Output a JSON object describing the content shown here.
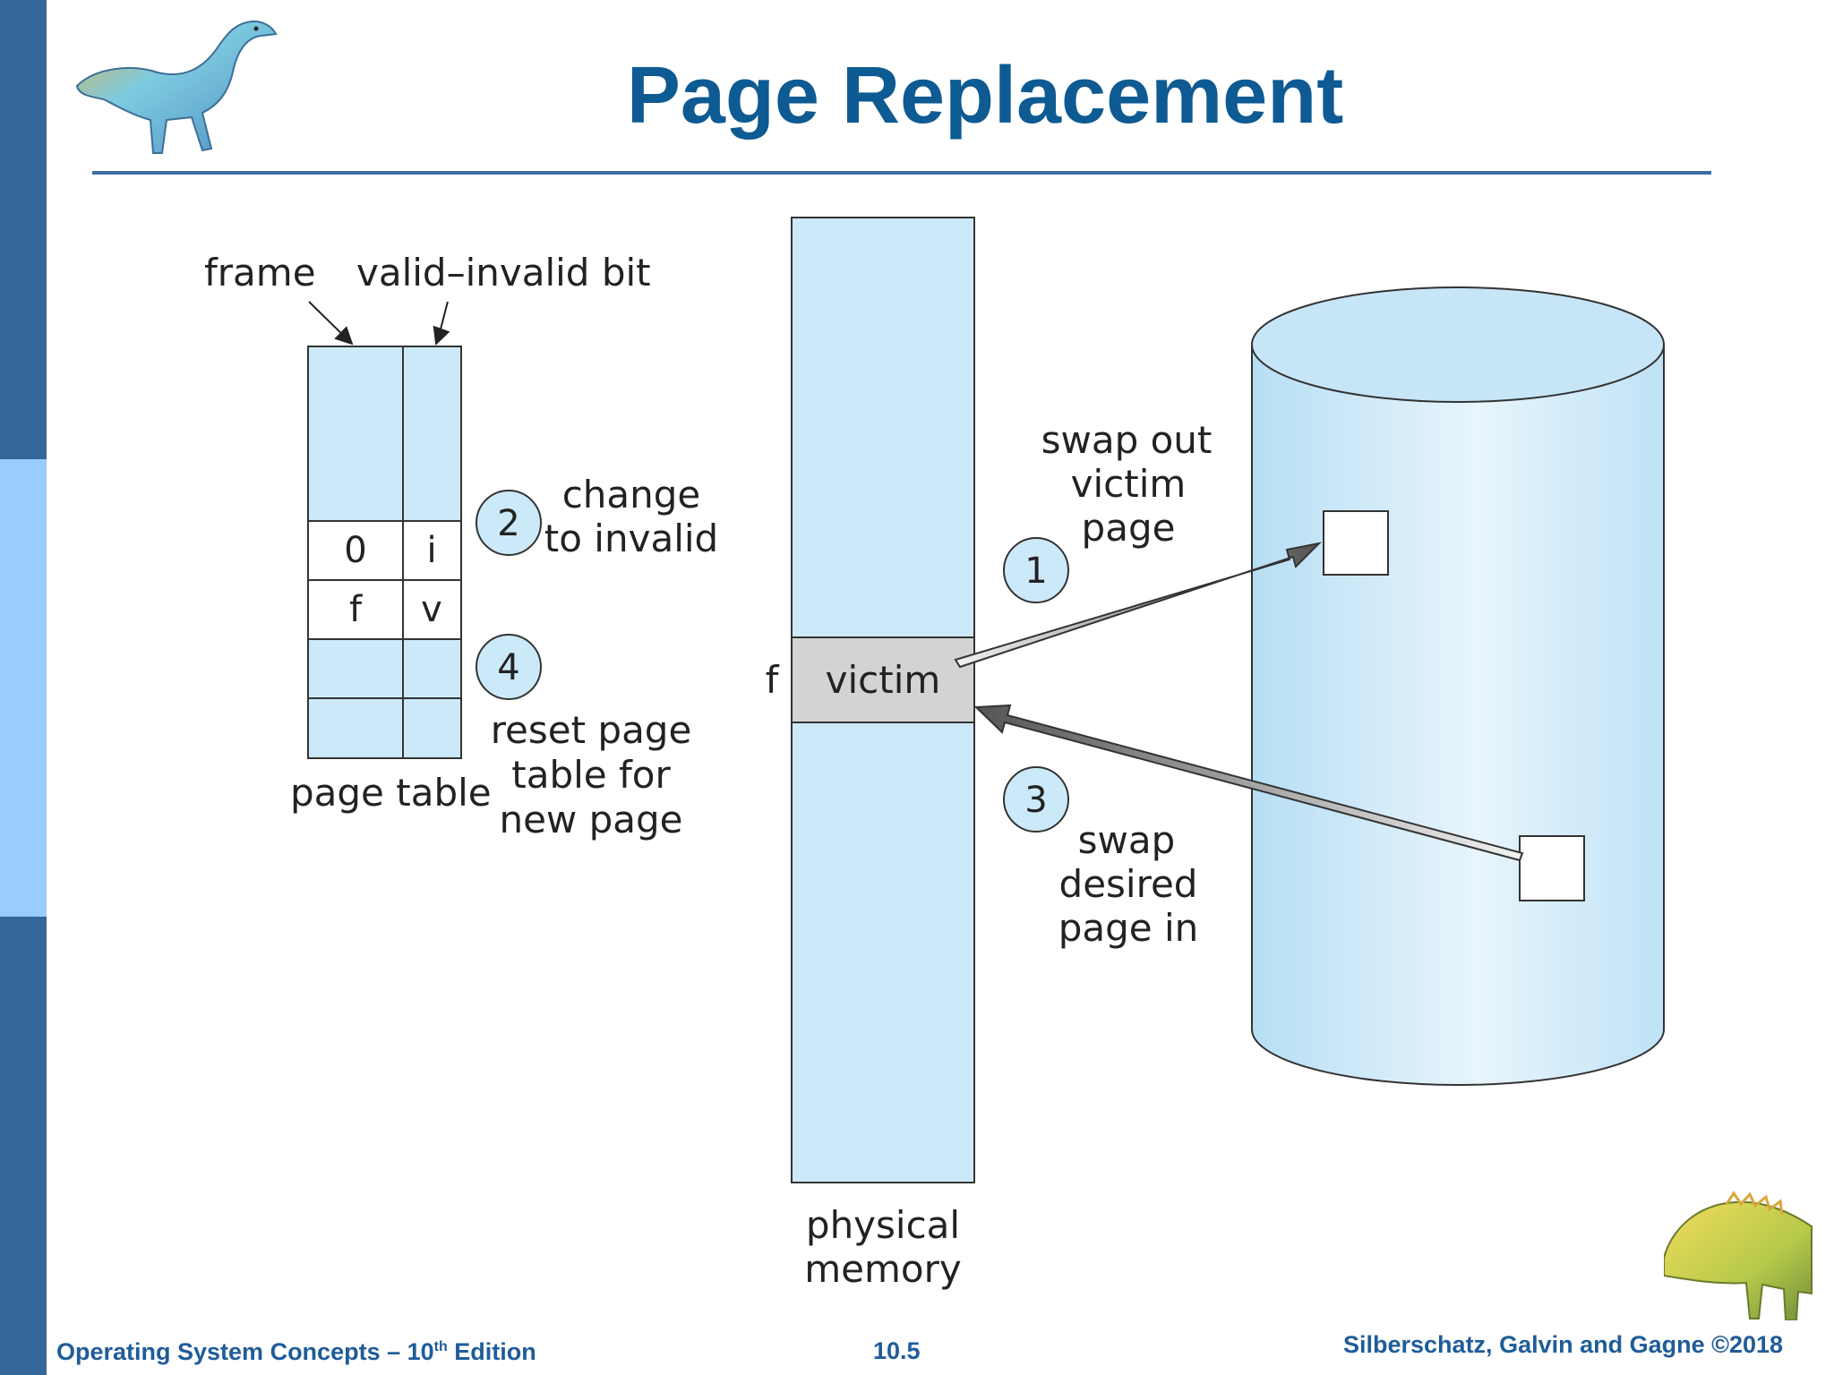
{
  "slide": {
    "title": "Page Replacement"
  },
  "diagram": {
    "page_table": {
      "label_frame": "frame",
      "label_valid_invalid": "valid–invalid bit",
      "caption": "page table",
      "rows": [
        {
          "frame": "0",
          "bit": "i"
        },
        {
          "frame": "f",
          "bit": "v"
        }
      ]
    },
    "physical_memory": {
      "victim_label": "victim",
      "frame_marker": "f",
      "caption_line1": "physical",
      "caption_line2": "memory"
    },
    "steps": [
      {
        "number": "1",
        "lines": [
          "swap out",
          "victim",
          "page"
        ]
      },
      {
        "number": "2",
        "lines": [
          "change",
          "to invalid"
        ]
      },
      {
        "number": "3",
        "lines": [
          "swap",
          "desired",
          "page in"
        ]
      },
      {
        "number": "4",
        "lines": [
          "reset page",
          "table for",
          "new page"
        ]
      }
    ],
    "colors": {
      "fill_light_blue": "#cce9f9",
      "victim_gray": "#d3d3d3",
      "outline": "#333333"
    }
  },
  "footer": {
    "left_prefix": "Operating System Concepts – 10",
    "left_sup": "th",
    "left_suffix": " Edition",
    "center": "10.5",
    "right": "Silberschatz, Galvin and Gagne ©2018"
  }
}
